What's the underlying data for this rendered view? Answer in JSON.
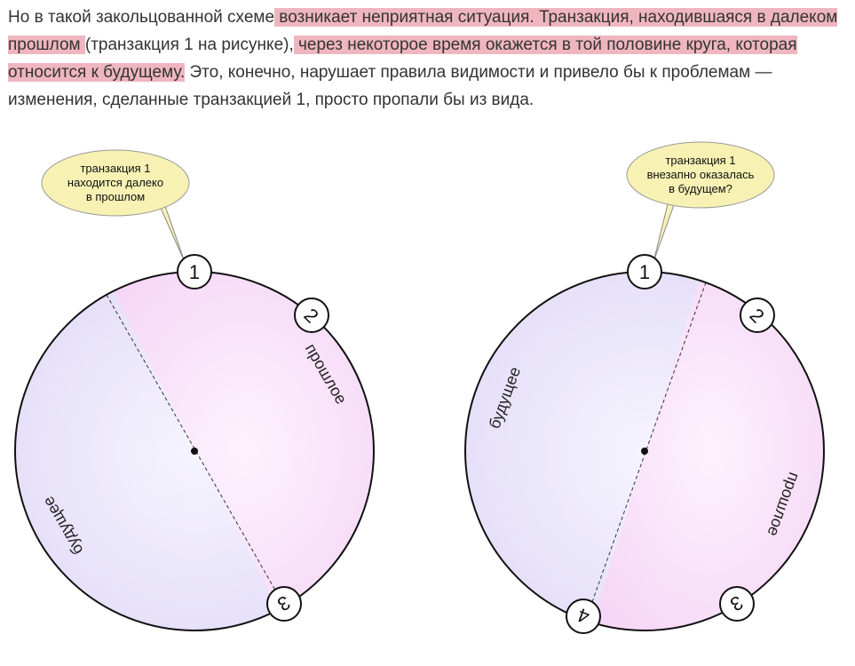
{
  "highlight_color": "#efb6bf",
  "paragraph": [
    {
      "text": "Но в такой закольцованной схеме",
      "highlight": false
    },
    {
      "text": " возникает неприятная ситуация. Транзакция, находившаяся в далеком прошлом ",
      "highlight": true
    },
    {
      "text": "(транзакция 1 на рисунке),",
      "highlight": false
    },
    {
      "text": " через некоторое время окажется в той половине круга,",
      "highlight": true
    },
    {
      "text": " которая относится к будущему.",
      "highlight": true
    },
    {
      "text": " Это, конечно, нарушает правила видимости и привело бы к проблемам — изменения, сделанные транзакцией 1, просто пропали бы из вида.",
      "highlight": false
    }
  ],
  "diagram": {
    "colors": {
      "past": "#f6d6f6",
      "future": "#e2dcf8",
      "bubble": "#f7f2b4",
      "stroke": "#111111"
    },
    "left": {
      "bubble_lines": [
        "транзакция 1",
        "находится далеко",
        "в прошлом"
      ],
      "past_label": "прошлое",
      "future_label": "будущее",
      "nodes": [
        "1",
        "2",
        "3"
      ]
    },
    "right": {
      "bubble_lines": [
        "транзакция 1",
        "внезапно оказалась",
        "в будущем?"
      ],
      "past_label": "прошлое",
      "future_label": "будущее",
      "nodes": [
        "1",
        "2",
        "3",
        "4"
      ]
    }
  }
}
